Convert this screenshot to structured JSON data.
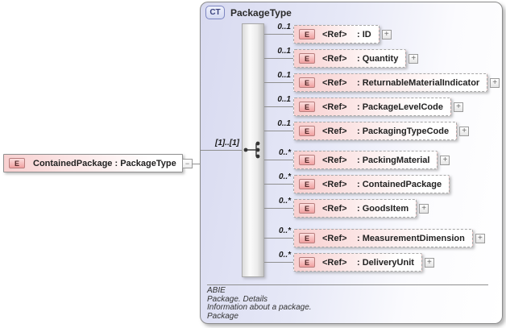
{
  "icons": {
    "element_letter": "E",
    "expand_glyph": "+",
    "collapse_glyph": "−"
  },
  "source_element": {
    "label": "ContainedPackage : PackageType"
  },
  "complex_type": {
    "badge": "CT",
    "title": "PackageType",
    "compositor": {
      "cardinality": "[1]..[1]"
    },
    "children": [
      {
        "cardinality": "0..1",
        "ref": "<Ref>",
        "name": ": ID",
        "expandable": true
      },
      {
        "cardinality": "0..1",
        "ref": "<Ref>",
        "name": ": Quantity",
        "expandable": true
      },
      {
        "cardinality": "0..1",
        "ref": "<Ref>",
        "name": ": ReturnableMaterialIndicator",
        "expandable": true
      },
      {
        "cardinality": "0..1",
        "ref": "<Ref>",
        "name": ": PackageLevelCode",
        "expandable": true
      },
      {
        "cardinality": "0..1",
        "ref": "<Ref>",
        "name": ": PackagingTypeCode",
        "expandable": true
      },
      {
        "cardinality": "0..*",
        "ref": "<Ref>",
        "name": ": PackingMaterial",
        "expandable": true
      },
      {
        "cardinality": "0..*",
        "ref": "<Ref>",
        "name": ": ContainedPackage",
        "expandable": false
      },
      {
        "cardinality": "0..*",
        "ref": "<Ref>",
        "name": ": GoodsItem",
        "expandable": true
      },
      {
        "cardinality": "0..*",
        "ref": "<Ref>",
        "name": ": MeasurementDimension",
        "expandable": true
      },
      {
        "cardinality": "0..*",
        "ref": "<Ref>",
        "name": ": DeliveryUnit",
        "expandable": true
      }
    ],
    "footer_lines": {
      "line1": "ABIE",
      "line2": "Package. Details",
      "line3": "Information about a package.",
      "line4": "Package"
    }
  },
  "colors": {
    "container_fill": "#d8daf0",
    "element_fill": "#f8d0d0",
    "element_icon_border": "#b87e7e",
    "badge_border": "#7d86c1",
    "connector_line": "#8f8f8f"
  }
}
